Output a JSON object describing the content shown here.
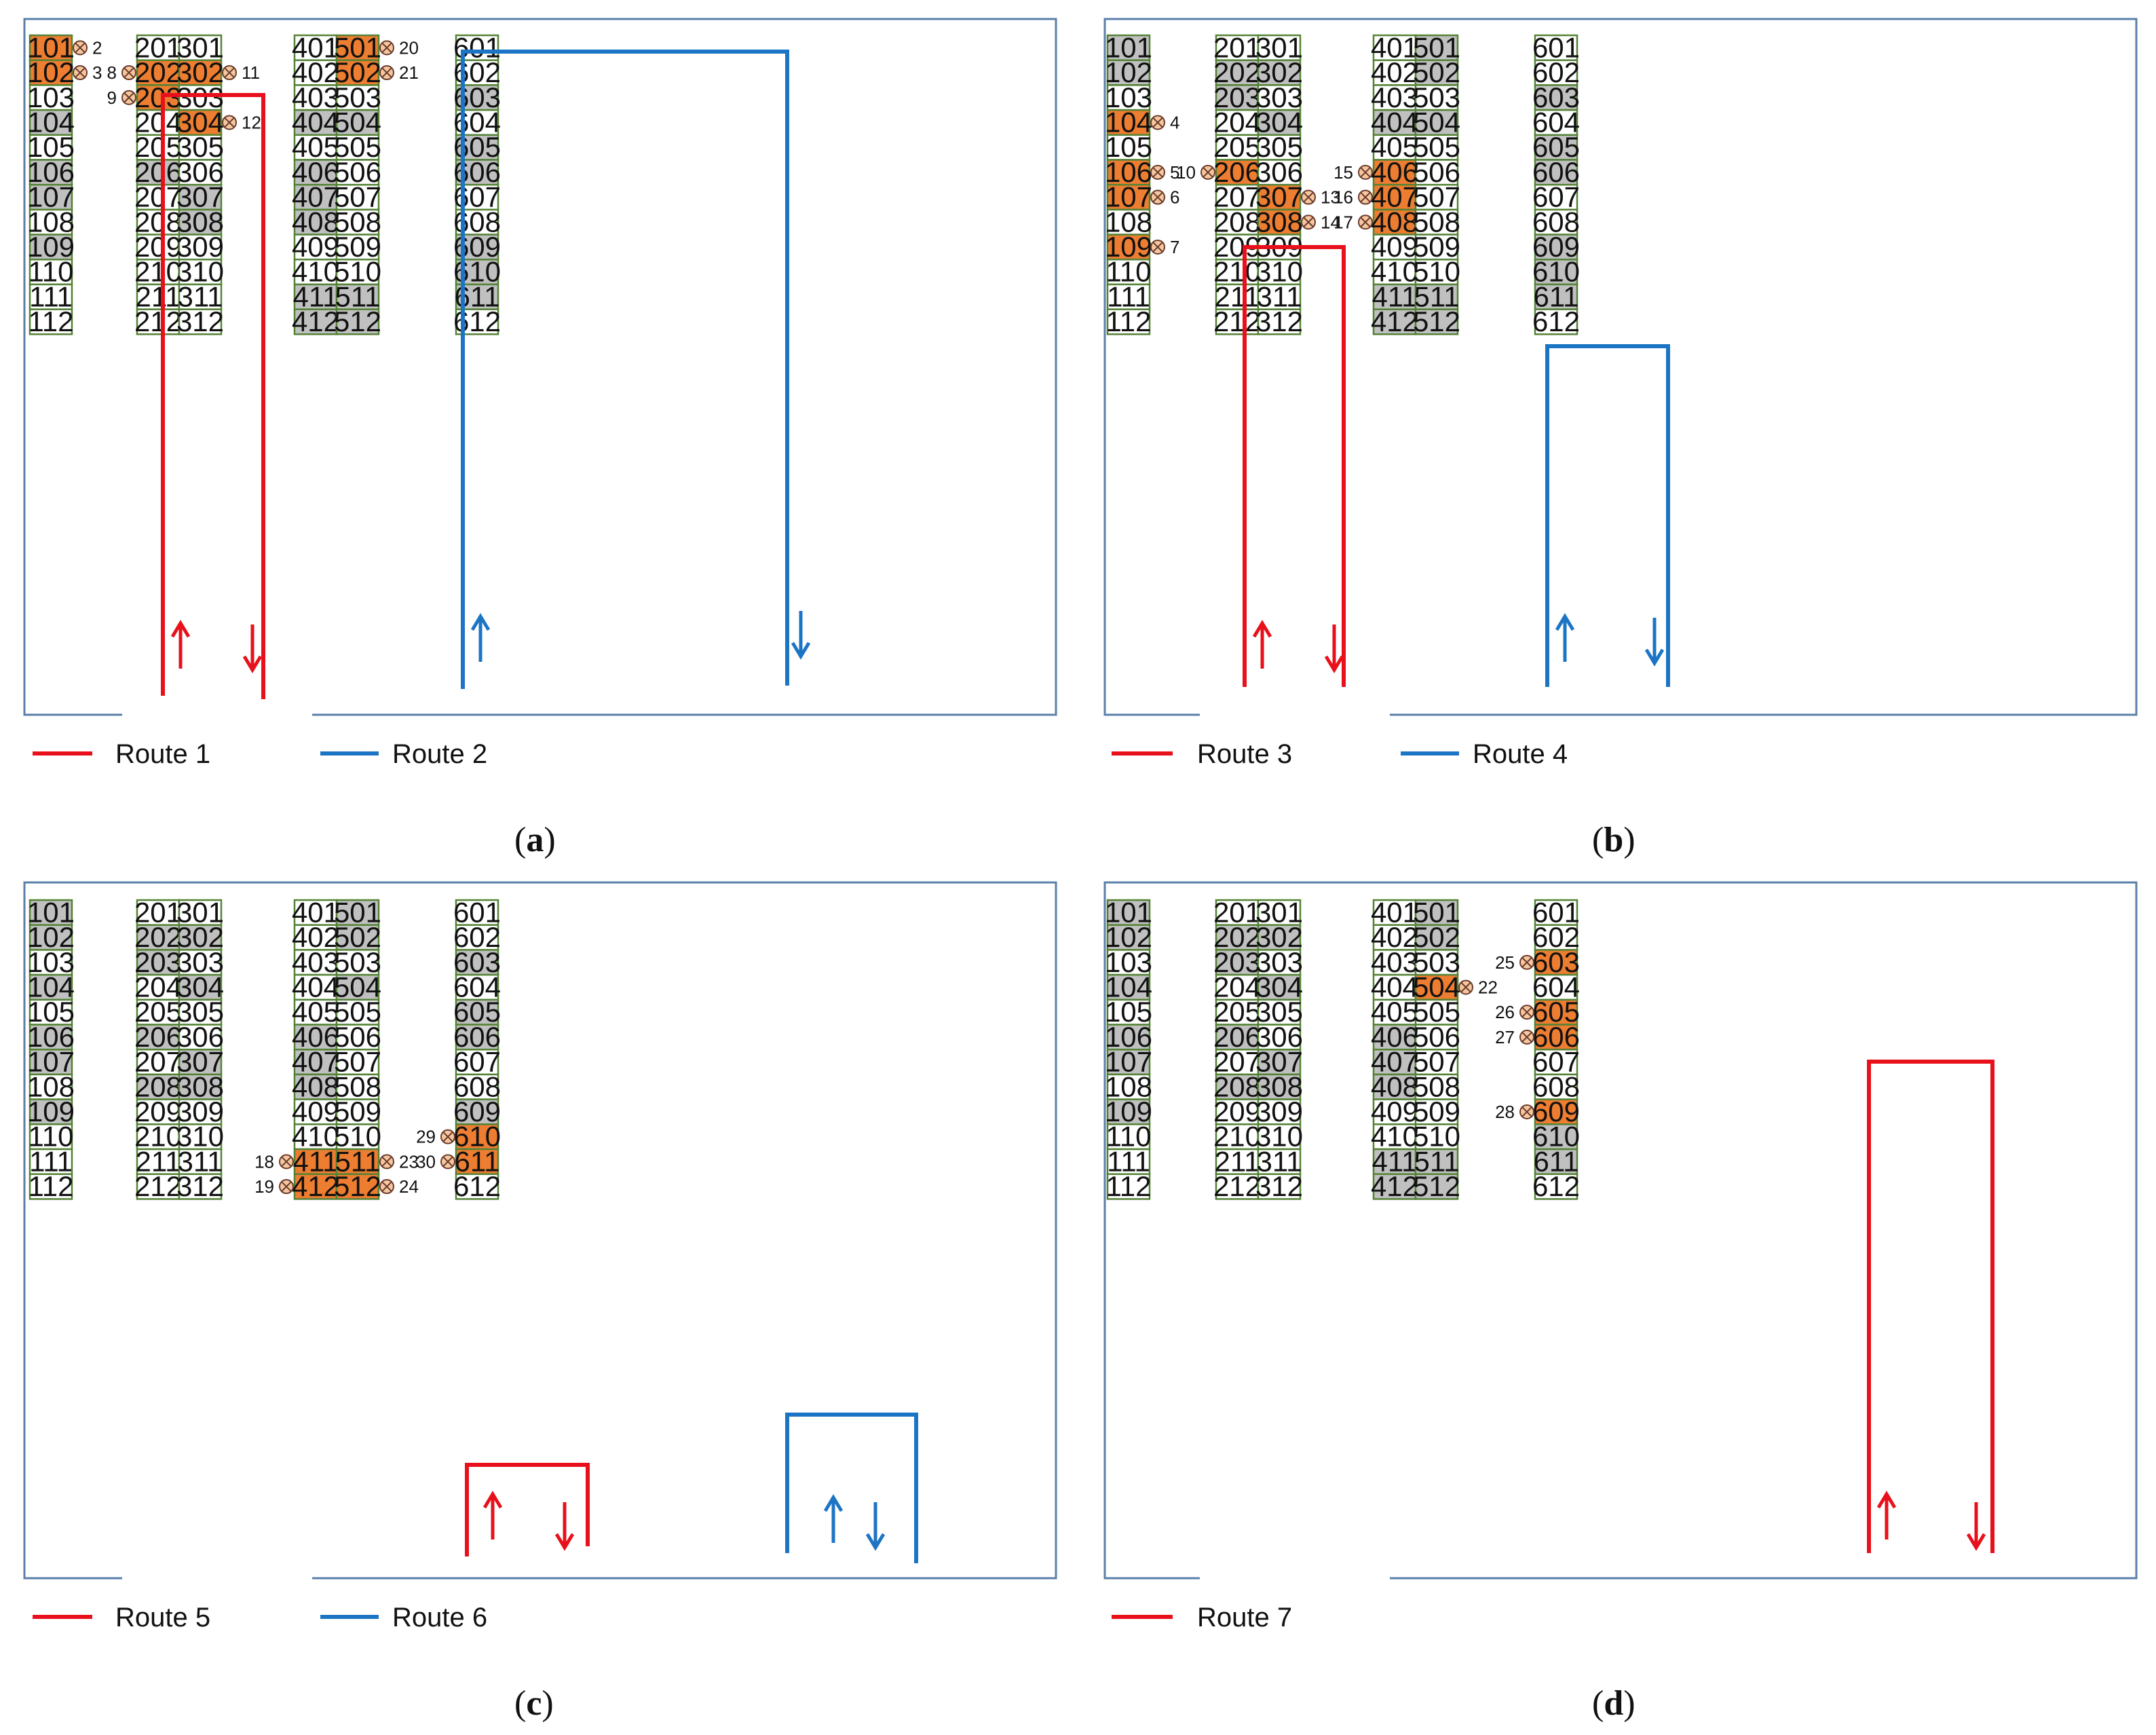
{
  "colors": {
    "orange": "#ED7D31",
    "gray": "#C0C0C0",
    "white": "#FFFFFF",
    "cell_border": "#548235",
    "frame": "#5B7FA8",
    "route_red": "#E8101A",
    "route_blue": "#1C74C4",
    "point_fill": "#F4C7A0",
    "point_stroke": "#6B3A2A"
  },
  "columns": [
    [
      "101",
      "102",
      "103",
      "104",
      "105",
      "106",
      "107",
      "108",
      "109",
      "110",
      "111",
      "112"
    ],
    [
      "201",
      "202",
      "203",
      "204",
      "205",
      "206",
      "207",
      "208",
      "209",
      "210",
      "211",
      "212"
    ],
    [
      "301",
      "302",
      "303",
      "304",
      "305",
      "306",
      "307",
      "308",
      "309",
      "310",
      "311",
      "312"
    ],
    [
      "401",
      "402",
      "403",
      "404",
      "405",
      "406",
      "407",
      "408",
      "409",
      "410",
      "411",
      "412"
    ],
    [
      "501",
      "502",
      "503",
      "504",
      "505",
      "506",
      "507",
      "508",
      "509",
      "510",
      "511",
      "512"
    ],
    [
      "601",
      "602",
      "603",
      "604",
      "605",
      "606",
      "607",
      "608",
      "609",
      "610",
      "611",
      "612"
    ]
  ],
  "panels": [
    {
      "caption_pre": "(",
      "caption_letter": "a",
      "caption_post": ")",
      "orange": [
        "101",
        "102",
        "202",
        "302",
        "203",
        "304",
        "501",
        "502"
      ],
      "gray": [
        "104",
        "106",
        "107",
        "109",
        "206",
        "307",
        "308",
        "404",
        "406",
        "407",
        "408",
        "411",
        "412",
        "504",
        "511",
        "512",
        "603",
        "605",
        "606",
        "609",
        "610",
        "611"
      ],
      "legend": [
        {
          "label": "Route 1",
          "color": "red"
        },
        {
          "label": "Route 2",
          "color": "blue"
        }
      ],
      "points": [
        {
          "label": "2",
          "cell": "101"
        },
        {
          "label": "3",
          "cell": "102"
        },
        {
          "label": "8",
          "cell": "202"
        },
        {
          "label": "9",
          "cell": "203"
        },
        {
          "label": "11",
          "cell": "302"
        },
        {
          "label": "12",
          "cell": "304"
        },
        {
          "label": "20",
          "cell": "501"
        },
        {
          "label": "21",
          "cell": "502"
        }
      ]
    },
    {
      "caption_pre": "(",
      "caption_letter": "b",
      "caption_post": ")",
      "orange": [
        "104",
        "106",
        "107",
        "109",
        "206",
        "307",
        "308",
        "406",
        "407",
        "408"
      ],
      "gray": [
        "101",
        "102",
        "202",
        "302",
        "203",
        "304",
        "501",
        "502",
        "404",
        "504",
        "411",
        "412",
        "511",
        "512",
        "603",
        "605",
        "606",
        "609",
        "610",
        "611"
      ],
      "legend": [
        {
          "label": "Route 3",
          "color": "red"
        },
        {
          "label": "Route 4",
          "color": "blue"
        }
      ],
      "points": [
        {
          "label": "4",
          "cell": "104"
        },
        {
          "label": "5",
          "cell": "106"
        },
        {
          "label": "6",
          "cell": "107"
        },
        {
          "label": "7",
          "cell": "109"
        },
        {
          "label": "10",
          "cell": "206"
        },
        {
          "label": "13",
          "cell": "307"
        },
        {
          "label": "14",
          "cell": "308"
        },
        {
          "label": "15",
          "cell": "406"
        },
        {
          "label": "16",
          "cell": "407"
        },
        {
          "label": "17",
          "cell": "408"
        }
      ]
    },
    {
      "caption_pre": "(",
      "caption_letter": "c",
      "caption_post": ")",
      "orange": [
        "411",
        "412",
        "511",
        "512",
        "610",
        "611"
      ],
      "gray": [
        "101",
        "102",
        "104",
        "106",
        "107",
        "109",
        "202",
        "203",
        "206",
        "208",
        "302",
        "304",
        "307",
        "308",
        "406",
        "407",
        "408",
        "501",
        "502",
        "504",
        "603",
        "605",
        "606",
        "609"
      ],
      "legend": [
        {
          "label": "Route 5",
          "color": "red"
        },
        {
          "label": "Route 6",
          "color": "blue"
        }
      ],
      "points": [
        {
          "label": "18",
          "cell": "411"
        },
        {
          "label": "19",
          "cell": "412"
        },
        {
          "label": "23",
          "cell": "511"
        },
        {
          "label": "24",
          "cell": "512"
        },
        {
          "label": "29",
          "cell": "610"
        },
        {
          "label": "30",
          "cell": "611"
        }
      ]
    },
    {
      "caption_pre": "(",
      "caption_letter": "d",
      "caption_post": ")",
      "orange": [
        "504",
        "603",
        "605",
        "606",
        "609"
      ],
      "gray": [
        "101",
        "102",
        "104",
        "106",
        "107",
        "109",
        "202",
        "203",
        "206",
        "208",
        "302",
        "304",
        "307",
        "308",
        "406",
        "407",
        "408",
        "411",
        "412",
        "501",
        "502",
        "511",
        "512",
        "610",
        "611"
      ],
      "legend": [
        {
          "label": "Route 7",
          "color": "red"
        }
      ],
      "points": [
        {
          "label": "22",
          "cell": "504"
        },
        {
          "label": "25",
          "cell": "603"
        },
        {
          "label": "26",
          "cell": "605"
        },
        {
          "label": "27",
          "cell": "606"
        },
        {
          "label": "28",
          "cell": "609"
        }
      ]
    }
  ]
}
